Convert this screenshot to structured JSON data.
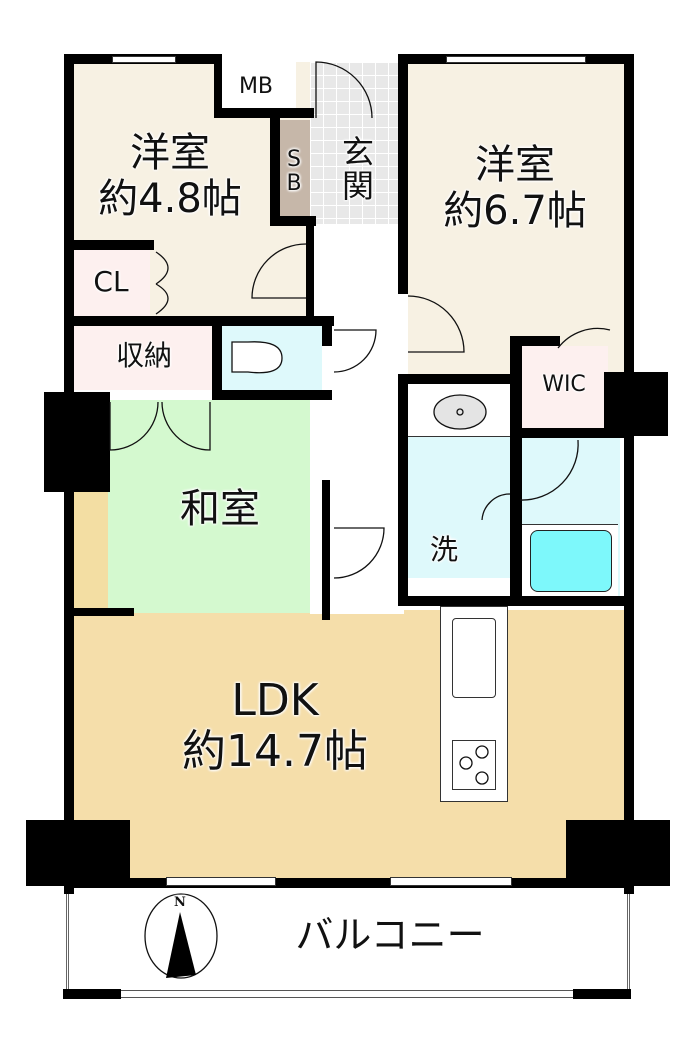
{
  "floor_plan": {
    "colors": {
      "wall": "#000000",
      "western_room": "#f7f1e3",
      "ldk": "#f5deaa",
      "japanese_room": "#d4f9cf",
      "storage": "#fdf0ef",
      "wet_area": "#def9fb",
      "bathtub": "#7df8fb",
      "entrance": "#e8e8e8",
      "shoe_box": "#c6b7a9",
      "tatami_edge": "#f3dea3"
    },
    "rooms": {
      "western_room_1": {
        "name": "洋室",
        "size": "約4.8帖"
      },
      "western_room_2": {
        "name": "洋室",
        "size": "約6.7帖"
      },
      "japanese_room": {
        "name": "和室"
      },
      "ldk": {
        "name": "LDK",
        "size": "約14.7帖"
      },
      "entrance": {
        "name": "玄関"
      },
      "shoe_box": {
        "name": "SB"
      },
      "meter_box": {
        "name": "MB"
      },
      "closet": {
        "name": "CL"
      },
      "storage": {
        "name": "収納"
      },
      "walk_in_closet": {
        "name": "WIC"
      },
      "washer": {
        "name": "洗"
      },
      "balcony": {
        "name": "バルコニー"
      }
    },
    "compass": {
      "label": "N"
    }
  }
}
